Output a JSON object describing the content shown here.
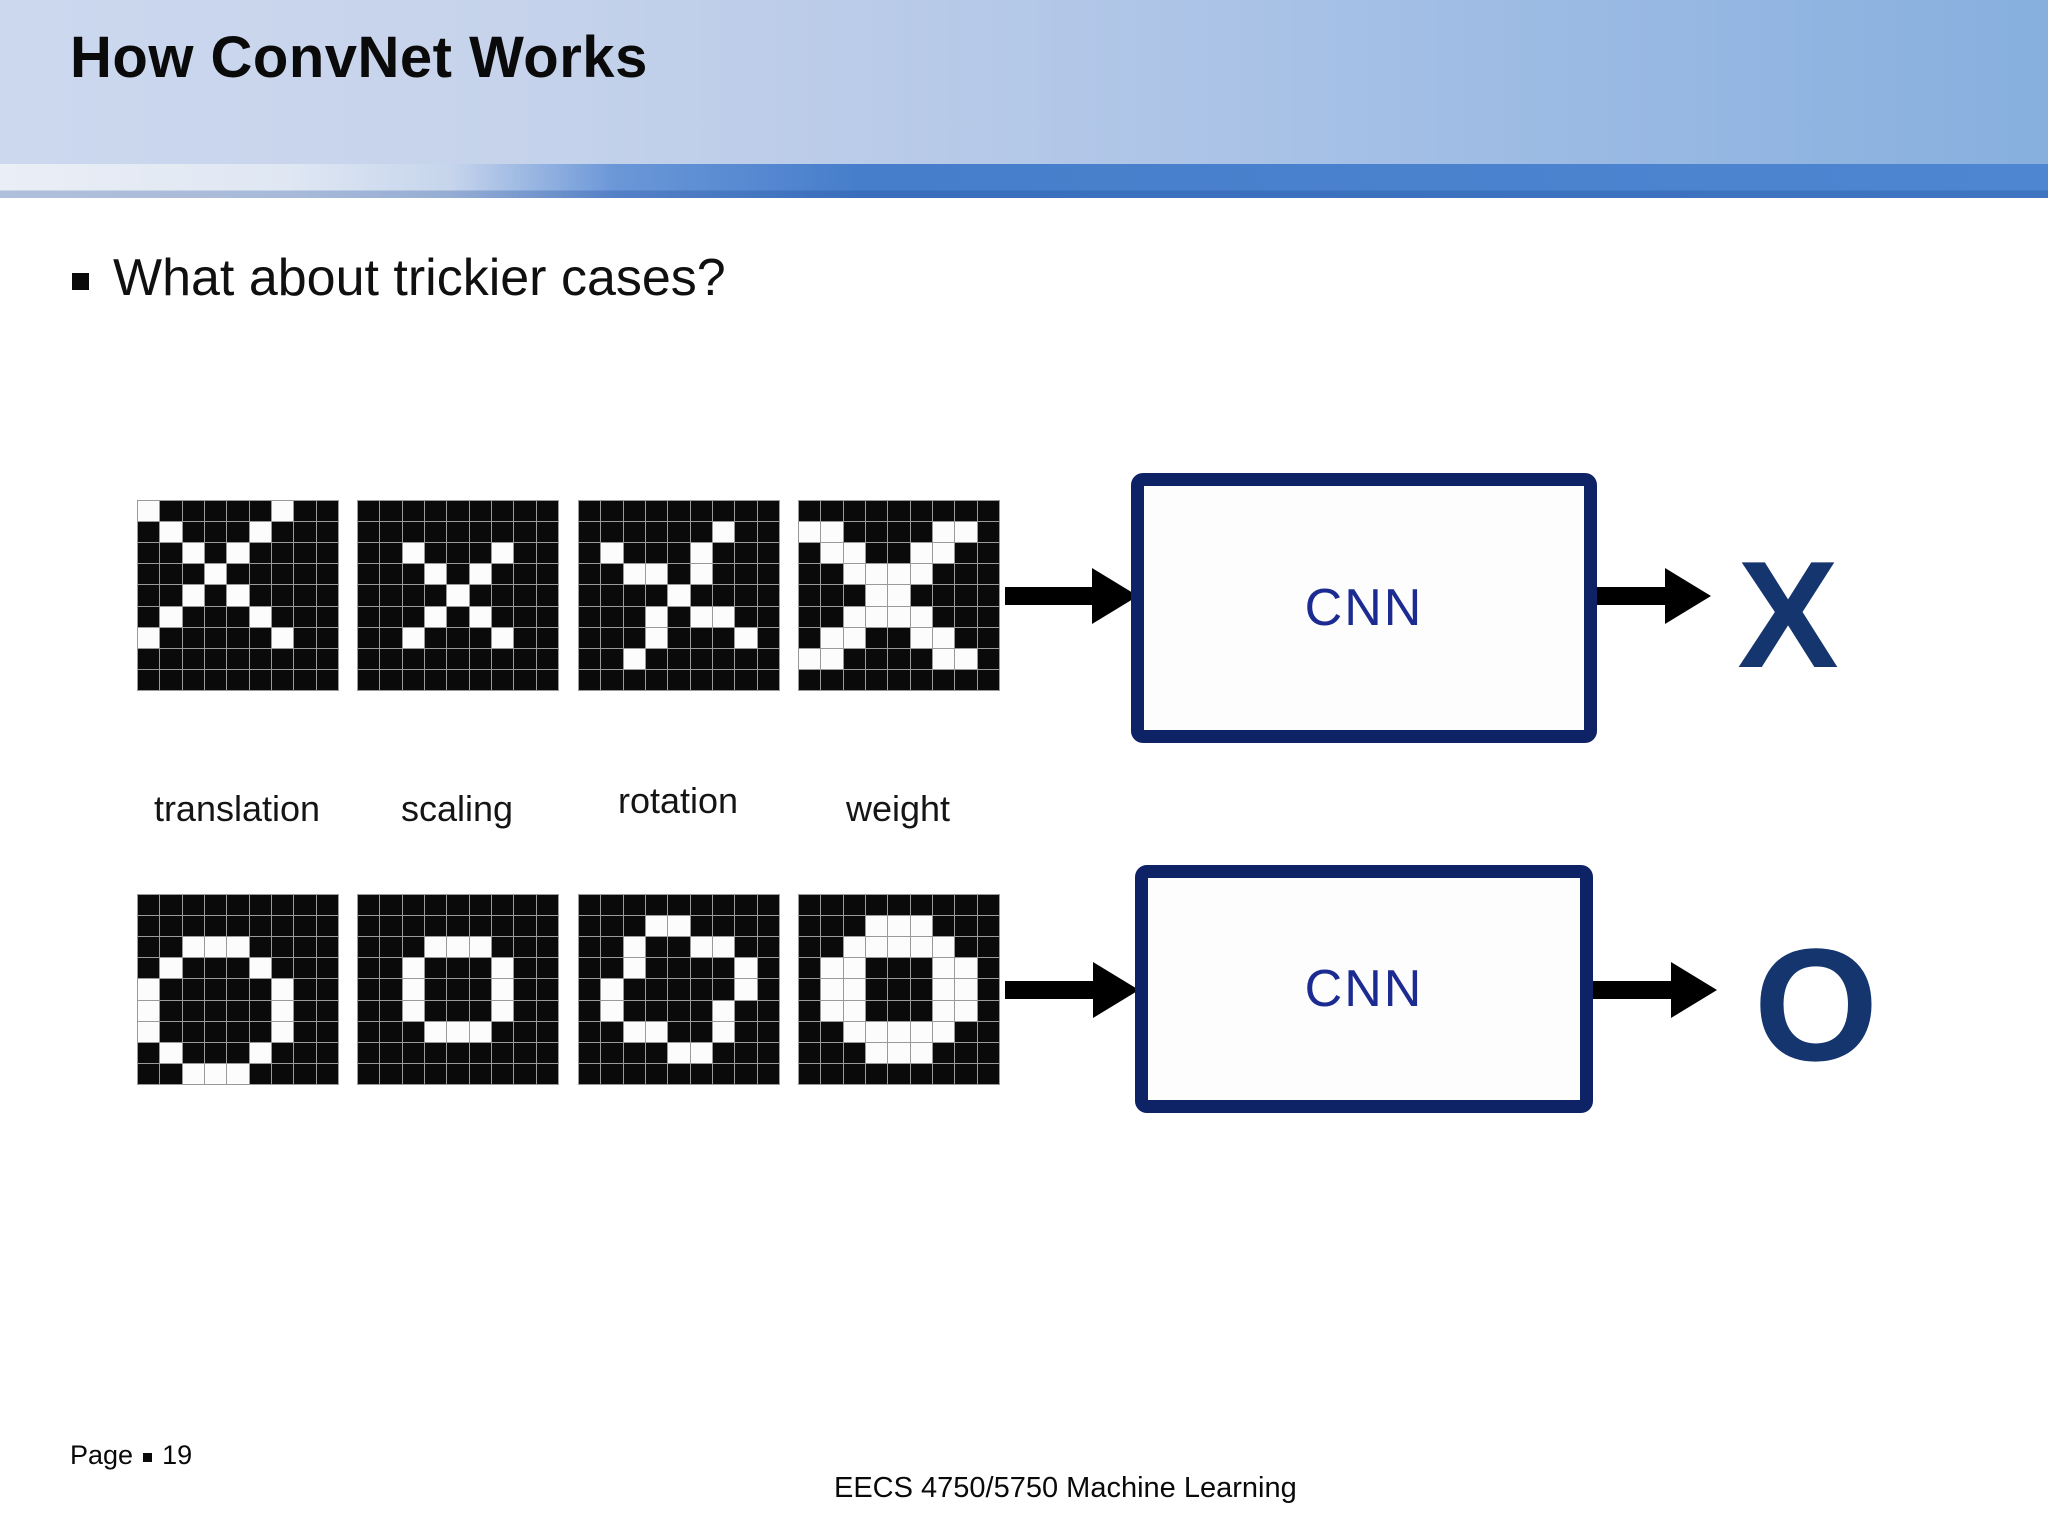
{
  "slide": {
    "title": "How ConvNet Works",
    "bullet": "What about trickier cases?"
  },
  "footer": {
    "page_label": "Page",
    "page_number": "19",
    "course": "EECS 4750/5750 Machine Learning"
  },
  "colors": {
    "accent_navy": "#0d2366",
    "cnn_text": "#1c2b91",
    "output_navy": "#15356f",
    "header_blue_right": "#87afde",
    "header_blue_left": "#ccd8ee",
    "stripe_blue": "#467ecb",
    "grid_line_gray": "#9a9a9a"
  },
  "diagram": {
    "labels": [
      "translation",
      "scaling",
      "rotation",
      "weight"
    ],
    "rows": [
      {
        "cnn_label": "CNN",
        "output": "X",
        "grids": [
          {
            "name": "x-translation",
            "pixels": [
              "100000100",
              "010001000",
              "001010000",
              "000100000",
              "001010000",
              "010001000",
              "100000100",
              "000000000",
              "000000000"
            ]
          },
          {
            "name": "x-scaling",
            "pixels": [
              "000000000",
              "000000000",
              "001000100",
              "000101000",
              "000010000",
              "000101000",
              "001000100",
              "000000000",
              "000000000"
            ]
          },
          {
            "name": "x-rotation",
            "pixels": [
              "000000000",
              "000000100",
              "010001000",
              "001101000",
              "000010000",
              "000101100",
              "000100010",
              "001000000",
              "000000000"
            ]
          },
          {
            "name": "x-weight",
            "pixels": [
              "000000000",
              "110000110",
              "011001100",
              "001111000",
              "000110000",
              "001111000",
              "011001100",
              "110000110",
              "000000000"
            ]
          }
        ]
      },
      {
        "cnn_label": "CNN",
        "output": "O",
        "grids": [
          {
            "name": "o-translation",
            "pixels": [
              "000000000",
              "000000000",
              "001110000",
              "010001000",
              "100000100",
              "100000100",
              "100000100",
              "010001000",
              "001110000"
            ]
          },
          {
            "name": "o-scaling",
            "pixels": [
              "000000000",
              "000000000",
              "000111000",
              "001000100",
              "001000100",
              "001000100",
              "000111000",
              "000000000",
              "000000000"
            ]
          },
          {
            "name": "o-rotation",
            "pixels": [
              "000000000",
              "000110000",
              "001001100",
              "001000010",
              "010000010",
              "010000100",
              "001100100",
              "000011000",
              "000000000"
            ]
          },
          {
            "name": "o-weight",
            "pixels": [
              "000000000",
              "000111000",
              "001111100",
              "011000110",
              "011000110",
              "011000110",
              "001111100",
              "000111000",
              "000000000"
            ]
          }
        ]
      }
    ]
  }
}
